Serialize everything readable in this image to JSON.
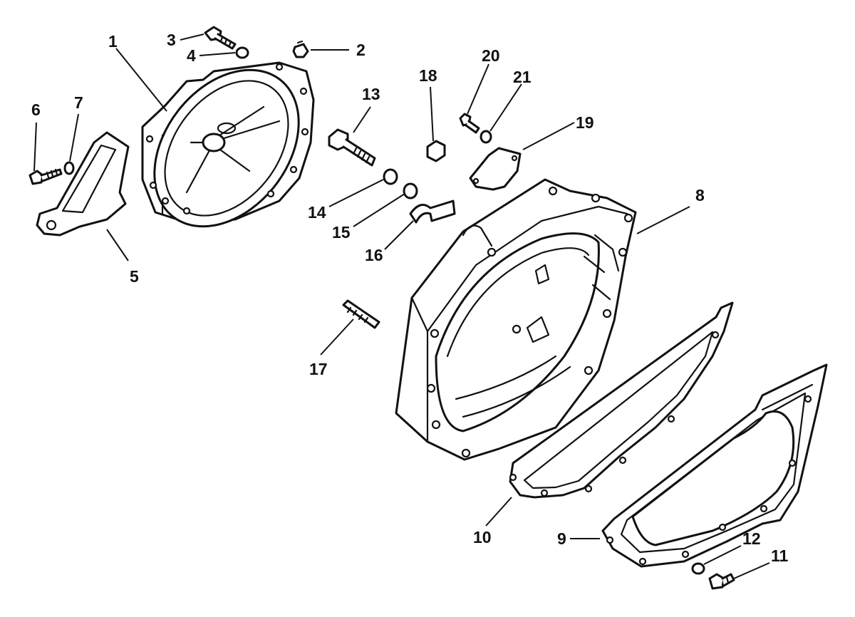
{
  "callouts": {
    "c1": "1",
    "c2": "2",
    "c3": "3",
    "c4": "4",
    "c5": "5",
    "c6": "6",
    "c7": "7",
    "c8": "8",
    "c9": "9",
    "c10": "10",
    "c11": "11",
    "c12": "12",
    "c13": "13",
    "c14": "14",
    "c15": "15",
    "c16": "16",
    "c17": "17",
    "c18": "18",
    "c19": "19",
    "c20": "20",
    "c21": "21"
  },
  "colors": {
    "line": "#111111",
    "background": "#ffffff"
  }
}
